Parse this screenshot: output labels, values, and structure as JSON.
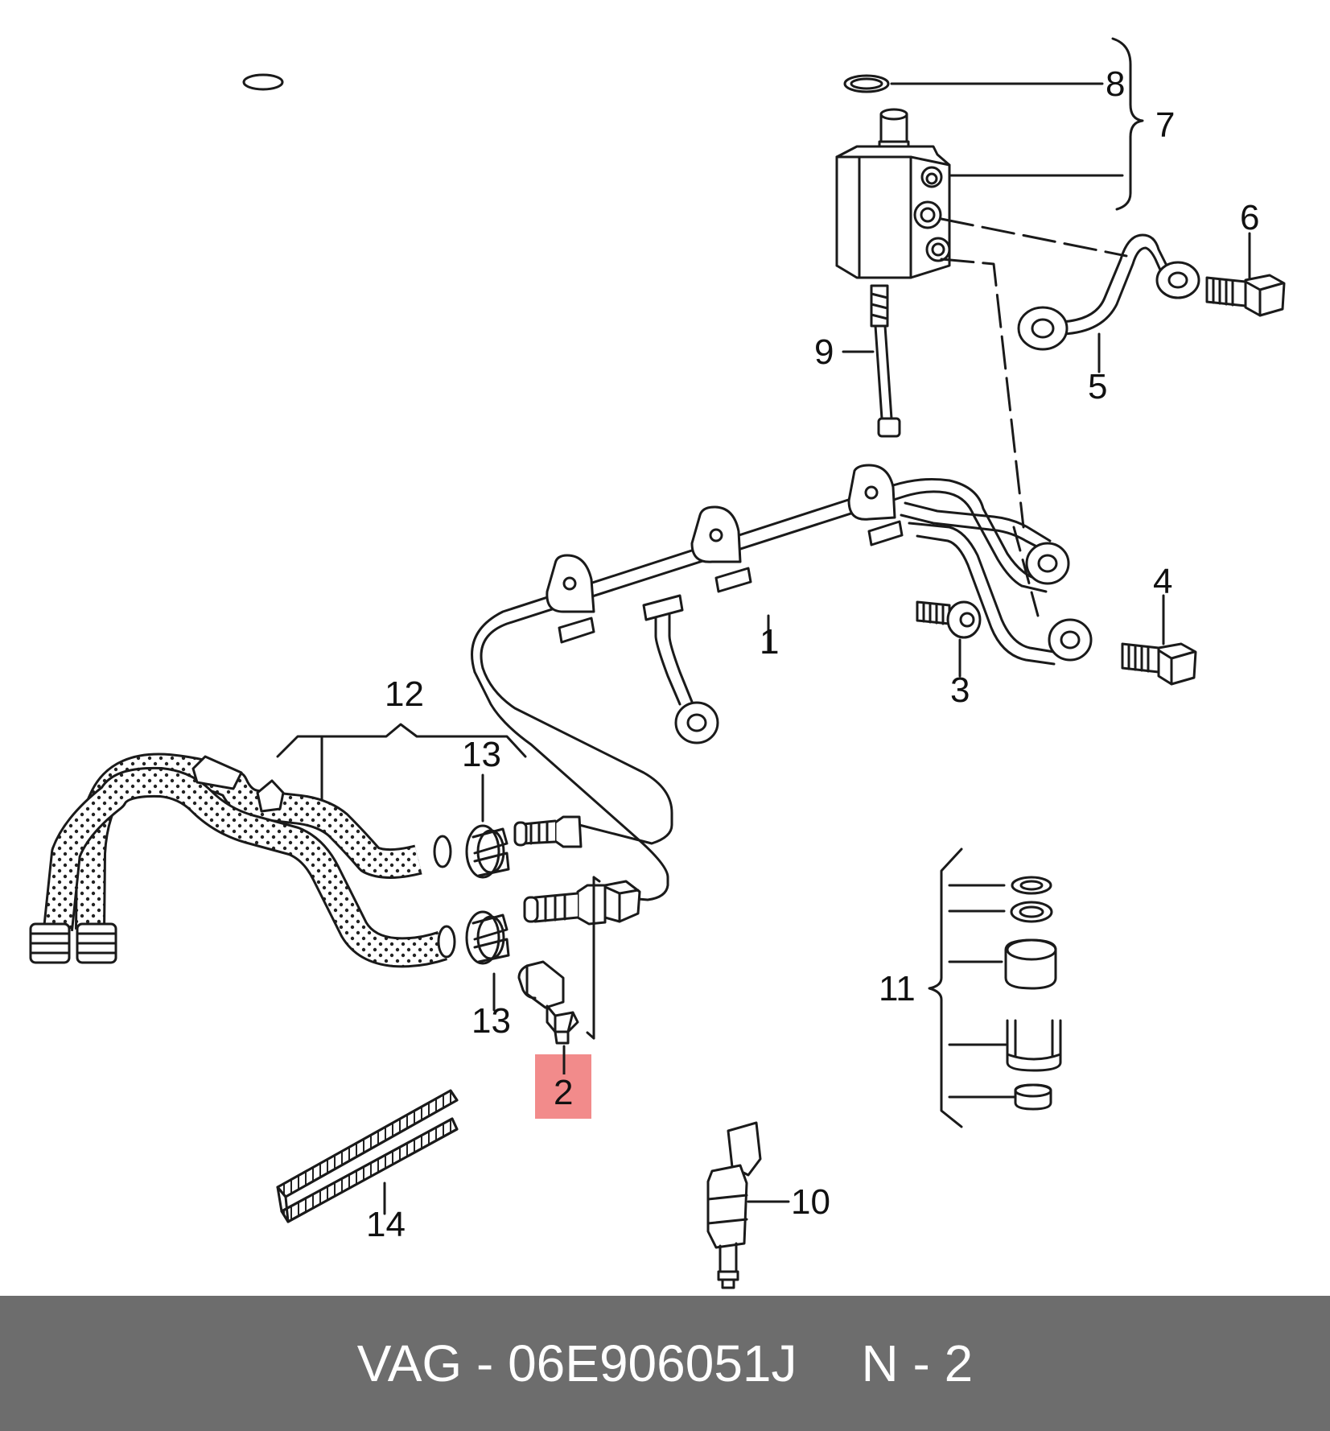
{
  "colors": {
    "footer_bg": "#6d6d6d",
    "footer_text": "#ffffff",
    "highlight": "#f28b8b",
    "line": "#1a1a1a"
  },
  "callouts": {
    "n1": "1",
    "n2": "2",
    "n3": "3",
    "n4": "4",
    "n5": "5",
    "n6": "6",
    "n7": "7",
    "n8": "8",
    "n9": "9",
    "n10": "10",
    "n11": "11",
    "n12": "12",
    "n13a": "13",
    "n13b": "13",
    "n14": "14"
  },
  "highlighted_part": "2",
  "footer": {
    "part_number": "VAG - 06E906051J",
    "position": "N - 2"
  }
}
